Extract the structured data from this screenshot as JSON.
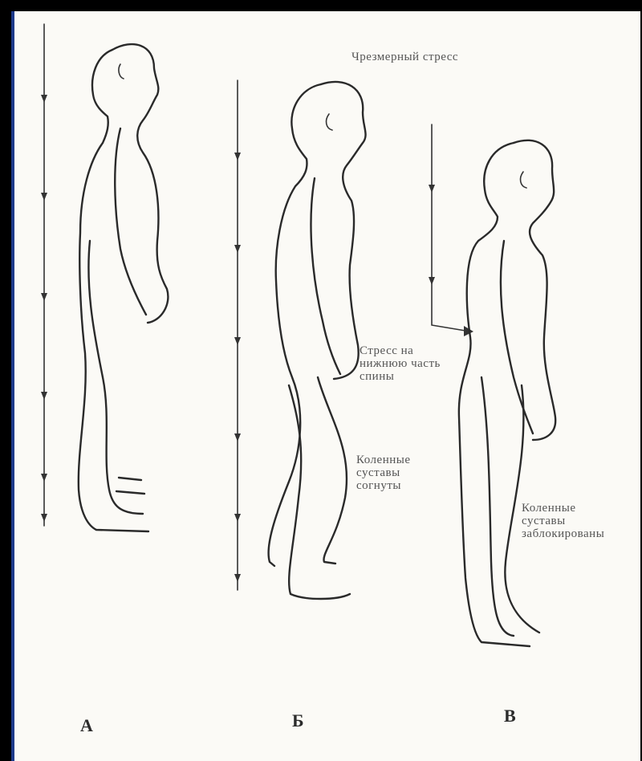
{
  "annotations": {
    "excessive_stress": "Чрезмерный стресс",
    "lower_back_stress": "Стресс на нижнюю часть спины",
    "knees_bent": "Коленные суставы согнуты",
    "knees_locked": "Коленные суставы заблокированы"
  },
  "figure_labels": {
    "a": "А",
    "b": "Б",
    "c": "В"
  }
}
